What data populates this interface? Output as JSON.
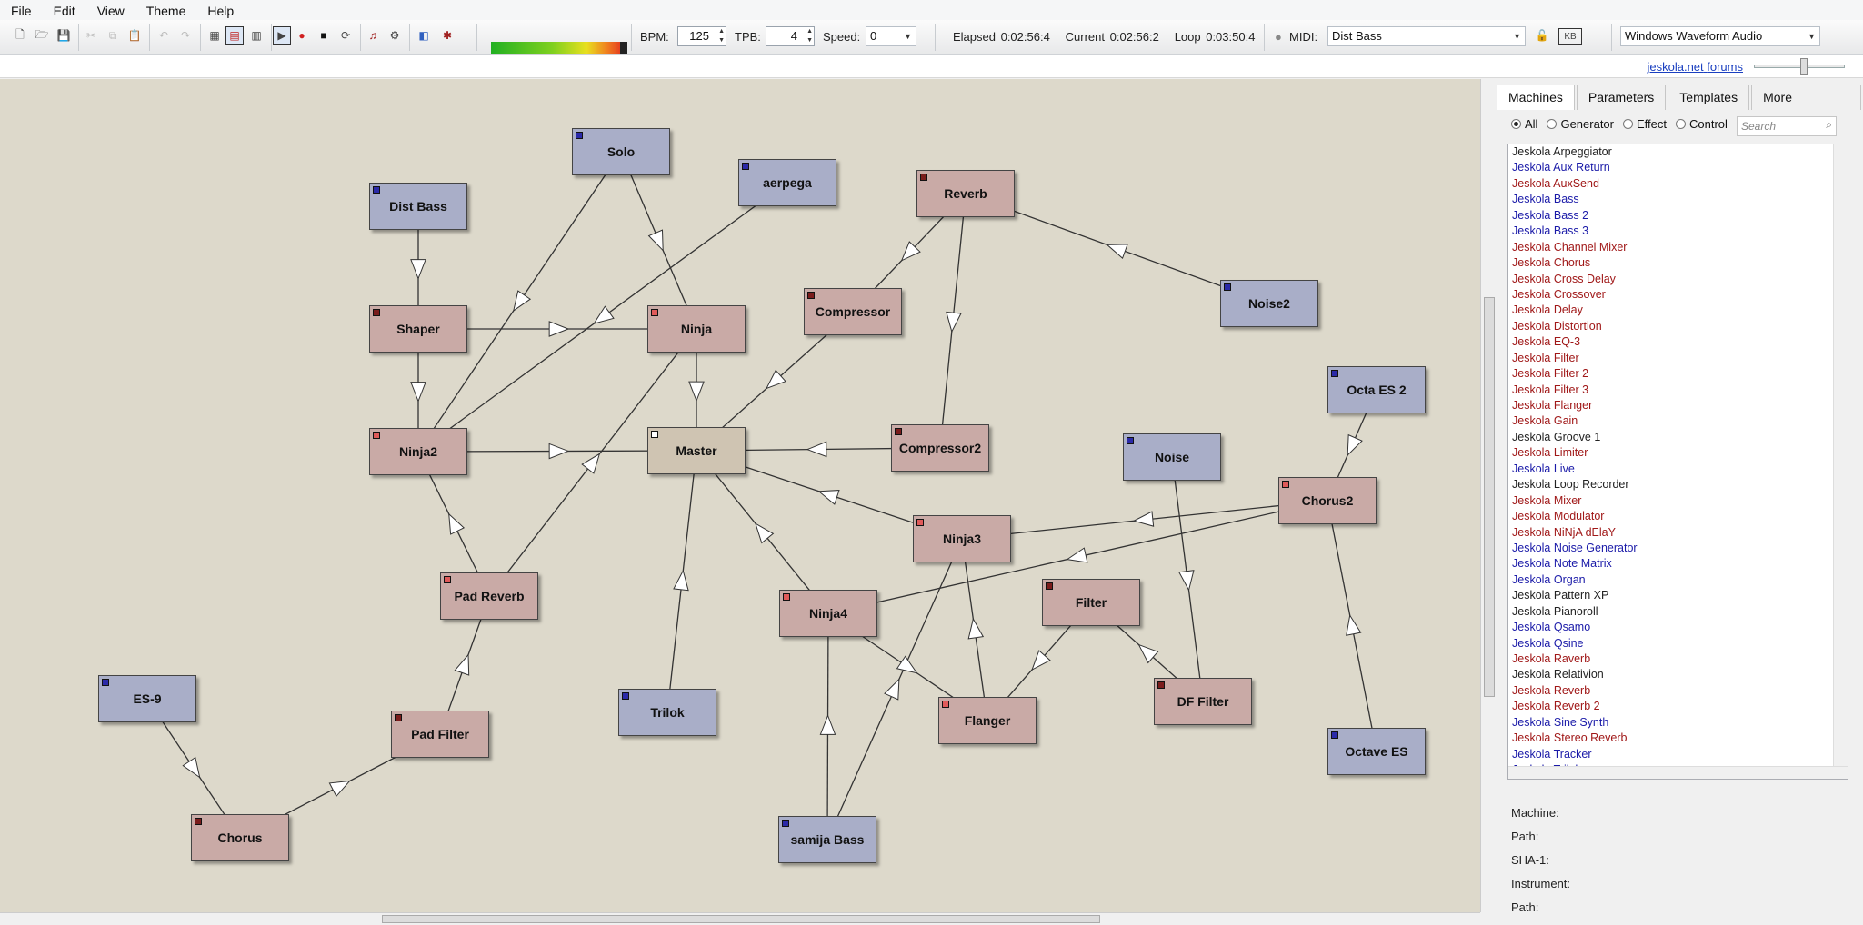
{
  "menu": [
    "File",
    "Edit",
    "View",
    "Theme",
    "Help"
  ],
  "toolbar": {
    "bpm_label": "BPM:",
    "bpm": "125",
    "tpb_label": "TPB:",
    "tpb": "4",
    "speed_label": "Speed:",
    "speed": "0",
    "elapsed": "Elapsed 0:02:56:4",
    "current": "Current 0:02:56:2",
    "loop": "Loop 0:03:50:4",
    "midi_label": "MIDI:",
    "midi_device": "Dist Bass",
    "kb_label": "KB",
    "audio_driver": "Windows Waveform Audio"
  },
  "links": {
    "site": "jeskola.net",
    "forums": "forums"
  },
  "machines": [
    {
      "name": "Solo",
      "type": "gen"
    },
    {
      "name": "aerpega",
      "type": "gen"
    },
    {
      "name": "Reverb",
      "type": "eff"
    },
    {
      "name": "Dist Bass",
      "type": "gen"
    },
    {
      "name": "Shaper",
      "type": "eff"
    },
    {
      "name": "Ninja",
      "type": "eff"
    },
    {
      "name": "Compressor",
      "type": "eff"
    },
    {
      "name": "Noise2",
      "type": "gen"
    },
    {
      "name": "Octa ES 2",
      "type": "gen"
    },
    {
      "name": "Ninja2",
      "type": "eff"
    },
    {
      "name": "Master",
      "type": "mst"
    },
    {
      "name": "Compressor2",
      "type": "eff"
    },
    {
      "name": "Noise",
      "type": "gen"
    },
    {
      "name": "Chorus2",
      "type": "eff"
    },
    {
      "name": "Ninja3",
      "type": "eff"
    },
    {
      "name": "Pad Reverb",
      "type": "eff"
    },
    {
      "name": "Filter",
      "type": "eff"
    },
    {
      "name": "Ninja4",
      "type": "eff"
    },
    {
      "name": "ES-9",
      "type": "gen"
    },
    {
      "name": "Trilok",
      "type": "gen"
    },
    {
      "name": "DF Filter",
      "type": "eff"
    },
    {
      "name": "Pad Filter",
      "type": "eff"
    },
    {
      "name": "Flanger",
      "type": "eff"
    },
    {
      "name": "Octave ES",
      "type": "gen"
    },
    {
      "name": "Chorus",
      "type": "eff"
    },
    {
      "name": "samija Bass",
      "type": "gen"
    }
  ],
  "panel": {
    "tabs": [
      "Machines",
      "Parameters",
      "Templates",
      "More Machines"
    ],
    "filters": [
      "All",
      "Generator",
      "Effect",
      "Control"
    ],
    "search_placeholder": "Search",
    "list": [
      {
        "t": "Jeskola Arpeggiator",
        "c": "#222"
      },
      {
        "t": "Jeskola Aux Return",
        "c": "#1a1aa8"
      },
      {
        "t": "Jeskola AuxSend",
        "c": "#a01818"
      },
      {
        "t": "Jeskola Bass",
        "c": "#1a1aa8"
      },
      {
        "t": "Jeskola Bass 2",
        "c": "#1a1aa8"
      },
      {
        "t": "Jeskola Bass 3",
        "c": "#1a1aa8"
      },
      {
        "t": "Jeskola Channel Mixer",
        "c": "#a01818"
      },
      {
        "t": "Jeskola Chorus",
        "c": "#a01818"
      },
      {
        "t": "Jeskola Cross Delay",
        "c": "#a01818"
      },
      {
        "t": "Jeskola Crossover",
        "c": "#a01818"
      },
      {
        "t": "Jeskola Delay",
        "c": "#a01818"
      },
      {
        "t": "Jeskola Distortion",
        "c": "#a01818"
      },
      {
        "t": "Jeskola EQ-3",
        "c": "#a01818"
      },
      {
        "t": "Jeskola Filter",
        "c": "#a01818"
      },
      {
        "t": "Jeskola Filter 2",
        "c": "#a01818"
      },
      {
        "t": "Jeskola Filter 3",
        "c": "#a01818"
      },
      {
        "t": "Jeskola Flanger",
        "c": "#a01818"
      },
      {
        "t": "Jeskola Gain",
        "c": "#a01818"
      },
      {
        "t": "Jeskola Groove 1",
        "c": "#222"
      },
      {
        "t": "Jeskola Limiter",
        "c": "#a01818"
      },
      {
        "t": "Jeskola Live",
        "c": "#1a1aa8"
      },
      {
        "t": "Jeskola Loop Recorder",
        "c": "#222"
      },
      {
        "t": "Jeskola Mixer",
        "c": "#a01818"
      },
      {
        "t": "Jeskola Modulator",
        "c": "#a01818"
      },
      {
        "t": "Jeskola NiNjA dElaY",
        "c": "#a01818"
      },
      {
        "t": "Jeskola Noise Generator",
        "c": "#1a1aa8"
      },
      {
        "t": "Jeskola Note Matrix",
        "c": "#1a1aa8"
      },
      {
        "t": "Jeskola Organ",
        "c": "#1a1aa8"
      },
      {
        "t": "Jeskola Pattern XP",
        "c": "#222"
      },
      {
        "t": "Jeskola Pianoroll",
        "c": "#222"
      },
      {
        "t": "Jeskola Qsamo",
        "c": "#1a1aa8"
      },
      {
        "t": "Jeskola Qsine",
        "c": "#1a1aa8"
      },
      {
        "t": "Jeskola Raverb",
        "c": "#a01818"
      },
      {
        "t": "Jeskola Relativion",
        "c": "#222"
      },
      {
        "t": "Jeskola Reverb",
        "c": "#a01818"
      },
      {
        "t": "Jeskola Reverb 2",
        "c": "#a01818"
      },
      {
        "t": "Jeskola Sine Synth",
        "c": "#1a1aa8"
      },
      {
        "t": "Jeskola Stereo Reverb",
        "c": "#a01818"
      },
      {
        "t": "Jeskola Tracker",
        "c": "#1a1aa8"
      },
      {
        "t": "Jeskola Trilok",
        "c": "#1a1aa8"
      }
    ],
    "info": [
      "Machine:",
      "Path:",
      "SHA-1:",
      "Instrument:",
      "Path:"
    ]
  }
}
